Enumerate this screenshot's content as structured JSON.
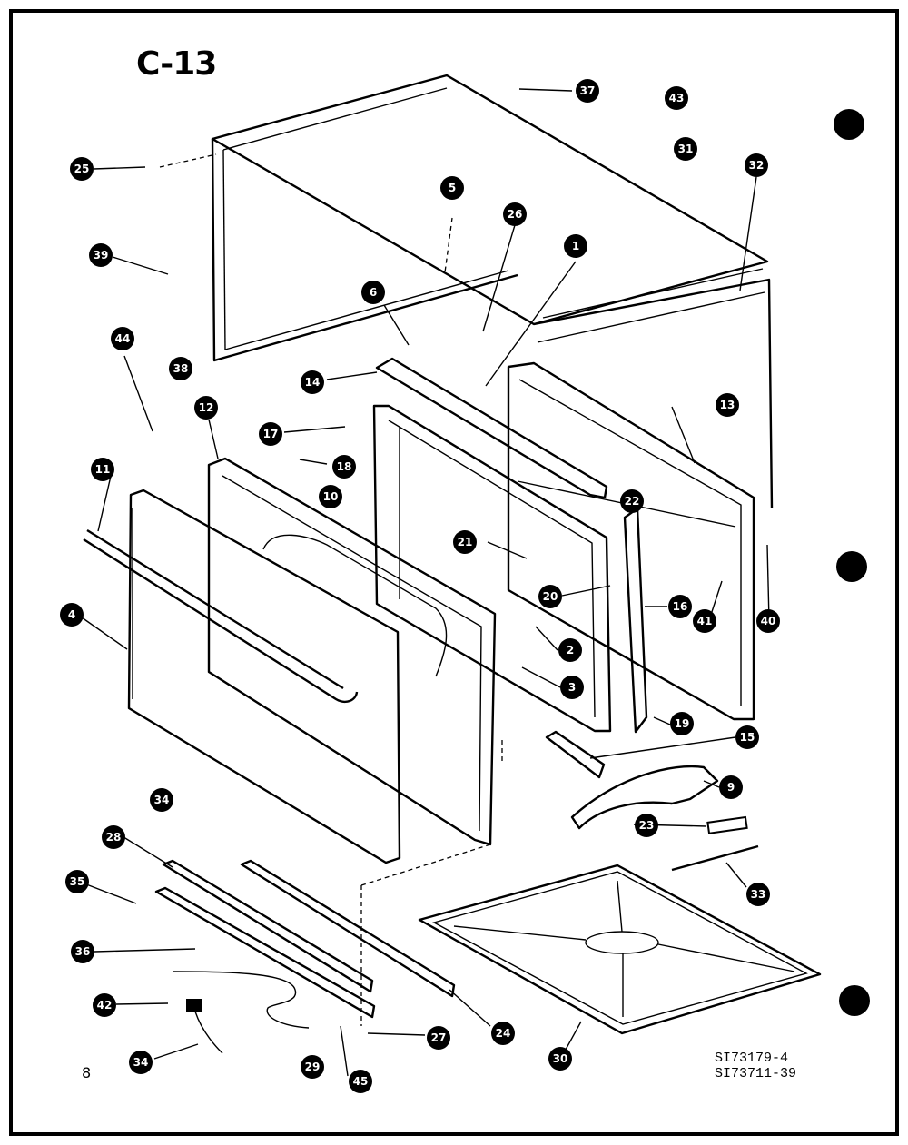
{
  "diagram": {
    "title": "C-13",
    "page_number": "8",
    "reference_codes": [
      "SI73179-4",
      "SI73711-39"
    ],
    "callouts": [
      {
        "id": "37",
        "label": "37"
      },
      {
        "id": "43",
        "label": "43"
      },
      {
        "id": "31",
        "label": "31"
      },
      {
        "id": "32",
        "label": "32"
      },
      {
        "id": "25",
        "label": "25"
      },
      {
        "id": "5",
        "label": "5"
      },
      {
        "id": "26",
        "label": "26"
      },
      {
        "id": "1",
        "label": "1"
      },
      {
        "id": "39",
        "label": "39"
      },
      {
        "id": "6",
        "label": "6"
      },
      {
        "id": "44",
        "label": "44"
      },
      {
        "id": "38",
        "label": "38"
      },
      {
        "id": "14",
        "label": "14"
      },
      {
        "id": "12",
        "label": "12"
      },
      {
        "id": "13",
        "label": "13"
      },
      {
        "id": "17",
        "label": "17"
      },
      {
        "id": "11",
        "label": "11"
      },
      {
        "id": "18",
        "label": "18"
      },
      {
        "id": "10",
        "label": "10"
      },
      {
        "id": "22",
        "label": "22"
      },
      {
        "id": "21",
        "label": "21"
      },
      {
        "id": "4",
        "label": "4"
      },
      {
        "id": "20",
        "label": "20"
      },
      {
        "id": "16",
        "label": "16"
      },
      {
        "id": "41",
        "label": "41"
      },
      {
        "id": "40",
        "label": "40"
      },
      {
        "id": "2",
        "label": "2"
      },
      {
        "id": "3",
        "label": "3"
      },
      {
        "id": "19",
        "label": "19"
      },
      {
        "id": "15",
        "label": "15"
      },
      {
        "id": "9",
        "label": "9"
      },
      {
        "id": "34a",
        "label": "34"
      },
      {
        "id": "23",
        "label": "23"
      },
      {
        "id": "28",
        "label": "28"
      },
      {
        "id": "35",
        "label": "35"
      },
      {
        "id": "33",
        "label": "33"
      },
      {
        "id": "36",
        "label": "36"
      },
      {
        "id": "42",
        "label": "42"
      },
      {
        "id": "24",
        "label": "24"
      },
      {
        "id": "27",
        "label": "27"
      },
      {
        "id": "34b",
        "label": "34"
      },
      {
        "id": "29",
        "label": "29"
      },
      {
        "id": "45",
        "label": "45"
      },
      {
        "id": "30",
        "label": "30"
      }
    ]
  }
}
